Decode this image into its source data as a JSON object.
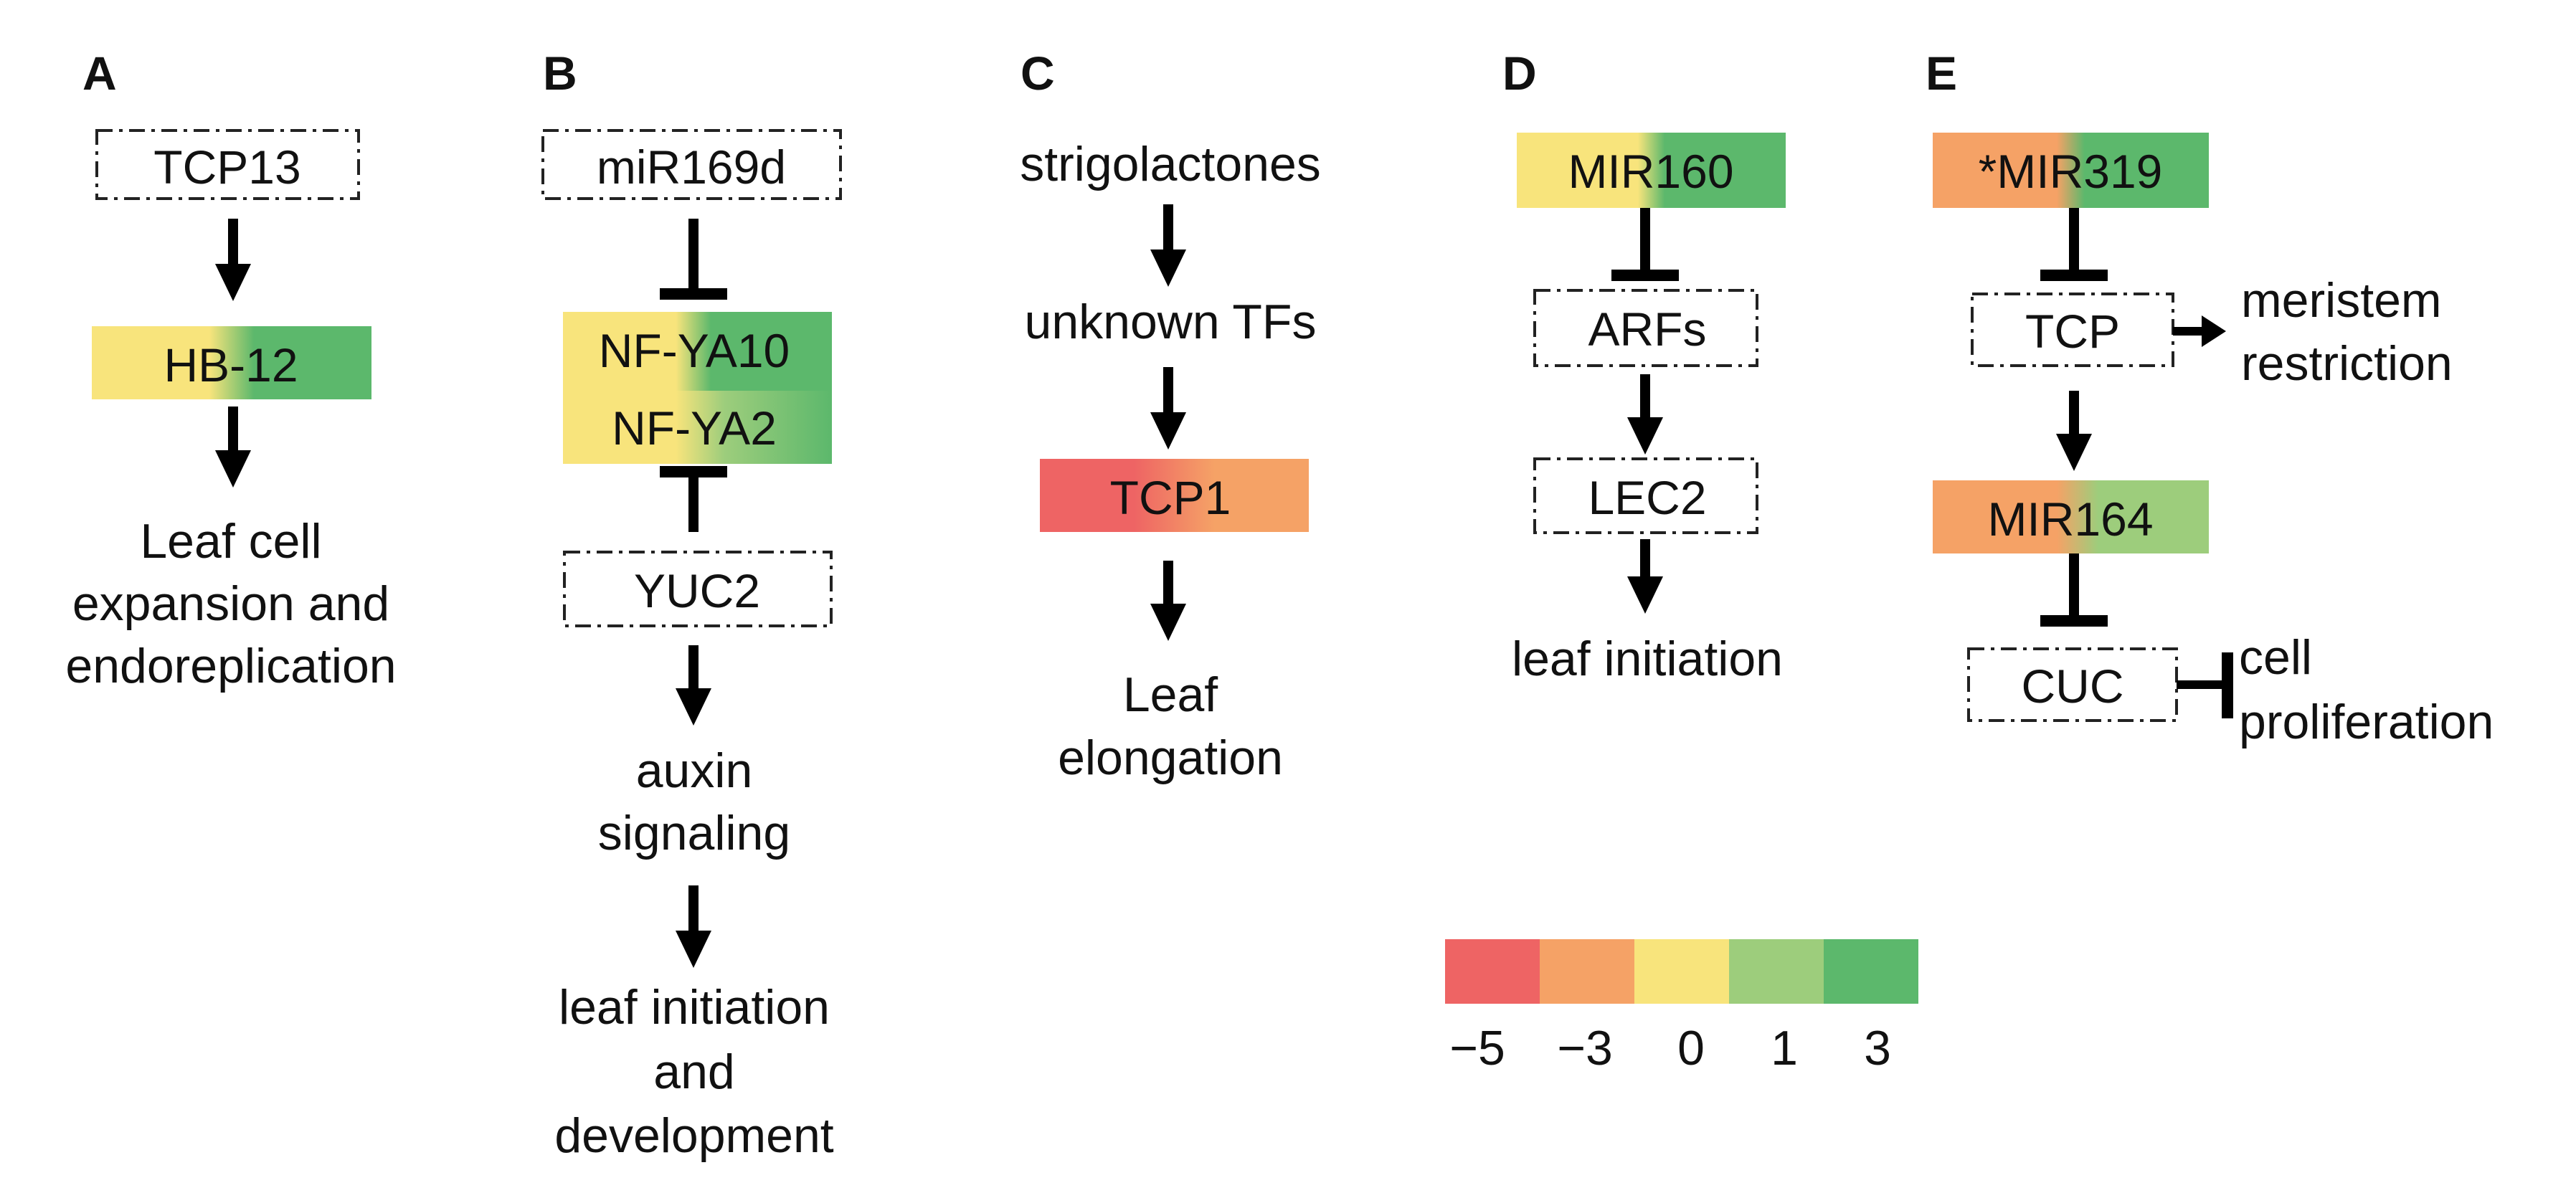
{
  "colors": {
    "n5": "#ee6464",
    "n3": "#f5a266",
    "z0": "#f8e47c",
    "p1": "#9dcd7c",
    "p3": "#5cb86c",
    "ink": "#111111",
    "line": "#000000"
  },
  "panels": {
    "A": {
      "letter": "A",
      "tcp13": "TCP13",
      "hb12": "HB-12",
      "out1": "Leaf cell",
      "out2": "expansion and",
      "out3": "endoreplication"
    },
    "B": {
      "letter": "B",
      "mir169d": "miR169d",
      "nfya10": "NF-YA10",
      "nfya2": "NF-YA2",
      "yuc2": "YUC2",
      "aux1": "auxin",
      "aux2": "signaling",
      "out1": "leaf initiation",
      "out2": "and",
      "out3": "development"
    },
    "C": {
      "letter": "C",
      "sl": "strigolactones",
      "tfs": "unknown TFs",
      "tcp1": "TCP1",
      "out1": "Leaf",
      "out2": "elongation"
    },
    "D": {
      "letter": "D",
      "mir160": "MIR160",
      "arfs": "ARFs",
      "lec2": "LEC2",
      "out": "leaf initiation"
    },
    "E": {
      "letter": "E",
      "mir319": "*MIR319",
      "tcp": "TCP",
      "mer1": "meristem",
      "mer2": "restriction",
      "mir164": "MIR164",
      "cuc": "CUC",
      "cell1": "cell",
      "cell2": "proliferation"
    }
  },
  "legend": {
    "labels": [
      "−5",
      "−3",
      "0",
      "1",
      "3"
    ]
  }
}
